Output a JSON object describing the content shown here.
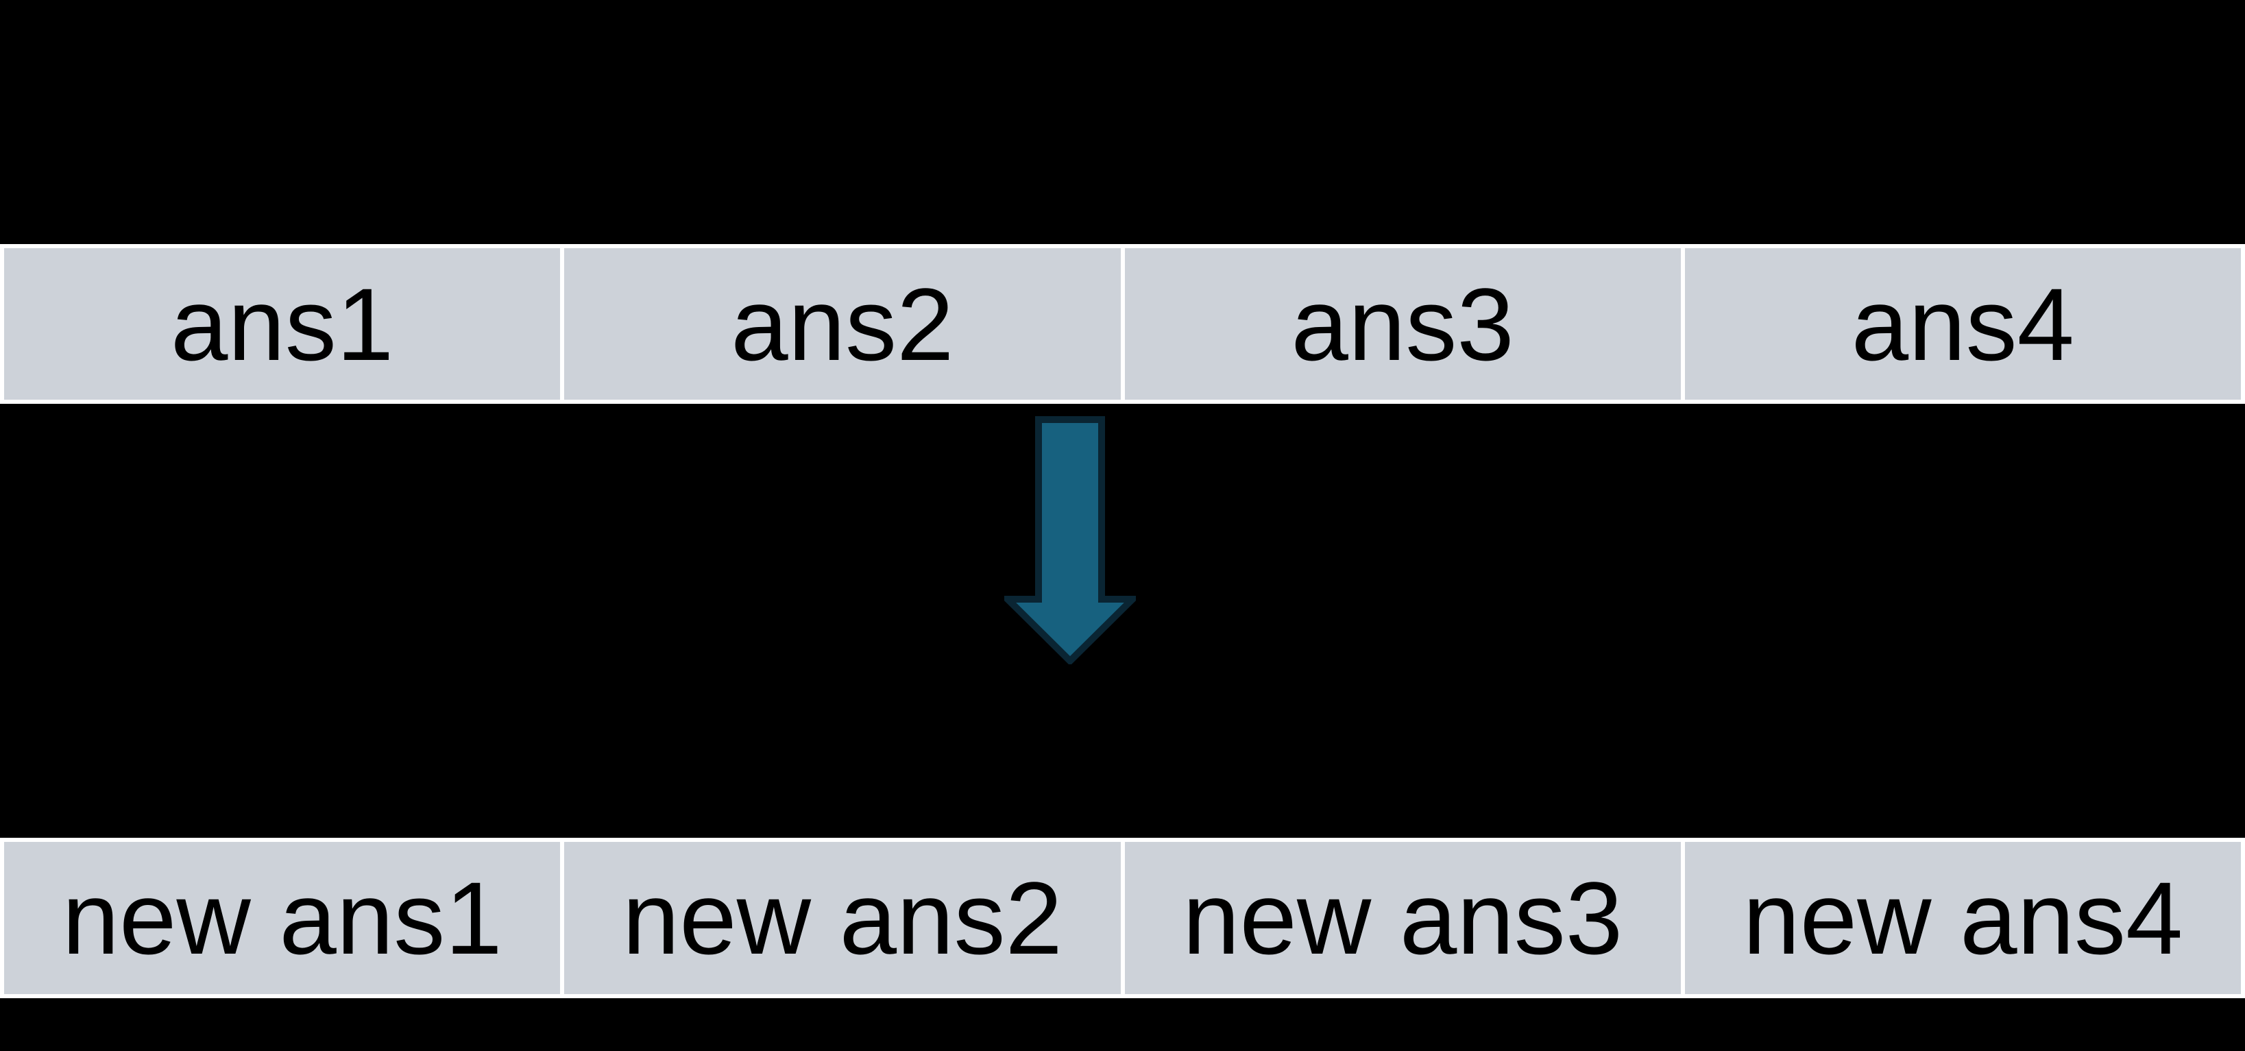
{
  "colors": {
    "page-bg": "#000000",
    "table-border": "#FFFFFF",
    "cell-bg": "#CDD2D9",
    "cell-text": "#000000",
    "arrow-fill": "#17617F",
    "arrow-outline": "#0A2533"
  },
  "diagram": {
    "top_row": {
      "cells": [
        "ans1",
        "ans2",
        "ans3",
        "ans4"
      ]
    },
    "arrow": {
      "direction": "down"
    },
    "bottom_row": {
      "cells": [
        "new ans1",
        "new ans2",
        "new ans3",
        "new ans4"
      ]
    }
  }
}
